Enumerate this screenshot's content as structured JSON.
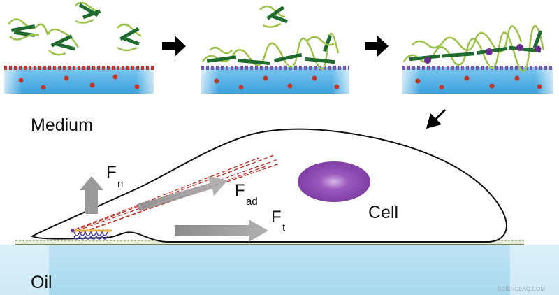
{
  "labels": {
    "medium": "Medium",
    "oil": "Oil",
    "cell": "Cell",
    "force_normal_base": "F",
    "force_normal_sub": "n",
    "force_adhesion_base": "F",
    "force_adhesion_sub": "ad",
    "force_traction_base": "F",
    "force_traction_sub": "t",
    "watermark": "SCIENCEAQ.COM"
  },
  "colors": {
    "protein_dark": "#1f6b2e",
    "protein_light": "#9cc24a",
    "surfactant": "#c0362c",
    "oil_blue": "#3aa0dc",
    "nucleus": "#7b3aa0",
    "arrow": "#9a9a9a",
    "crosslinker": "#6a2d8f"
  },
  "icons": {
    "step_arrow": "right-arrow-icon",
    "down_arrow": "down-left-arrow-icon"
  }
}
